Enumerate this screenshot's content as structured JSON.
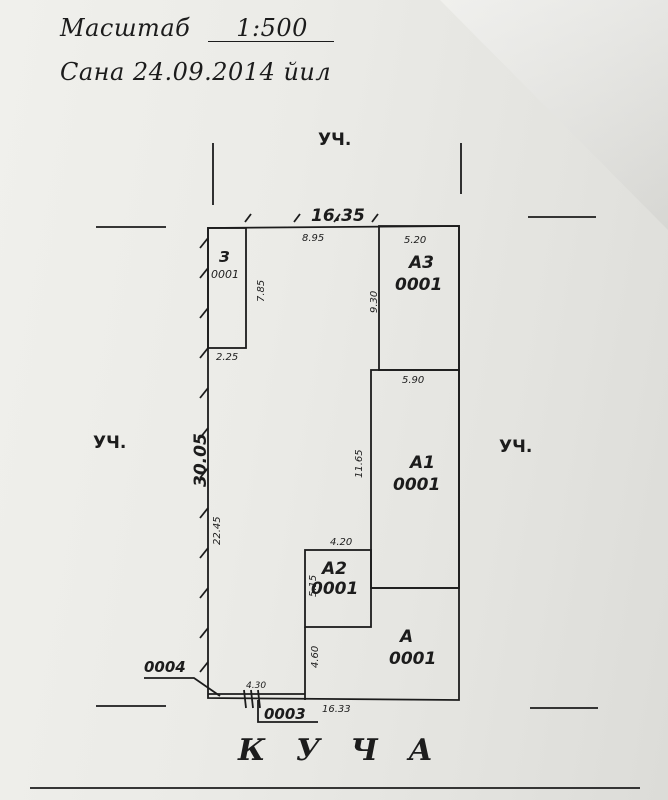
{
  "header": {
    "scale_label": "Масштаб",
    "scale_value": "1:500",
    "date_label": "Сана 24.09.2014 йил"
  },
  "neighbors": {
    "top": "УЧ.",
    "left": "УЧ.",
    "right": "УЧ."
  },
  "street": "К У Ч А",
  "buildings": {
    "z": {
      "letter": "З",
      "code": "0001"
    },
    "a3": {
      "letter": "А3",
      "code": "0001"
    },
    "a1": {
      "letter": "А1",
      "code": "0001"
    },
    "a2": {
      "letter": "А2",
      "code": "0001"
    },
    "a": {
      "letter": "А",
      "code": "0001"
    }
  },
  "dimensions": {
    "top_total": "16.35",
    "top_part": "8.95",
    "left_total": "30.05",
    "left_lower": "22.45",
    "z_height": "7.85",
    "z_width": "2.25",
    "a3_width": "5.20",
    "a3_height": "9.30",
    "a1_width": "5.90",
    "a1_height": "11.65",
    "a2_width": "4.20",
    "a2_height": "5.15",
    "a_height": "4.60",
    "bottom_total": "16.33",
    "gate_width": "4.30"
  },
  "markers": {
    "left_marker": "0004",
    "bottom_marker": "0003"
  }
}
